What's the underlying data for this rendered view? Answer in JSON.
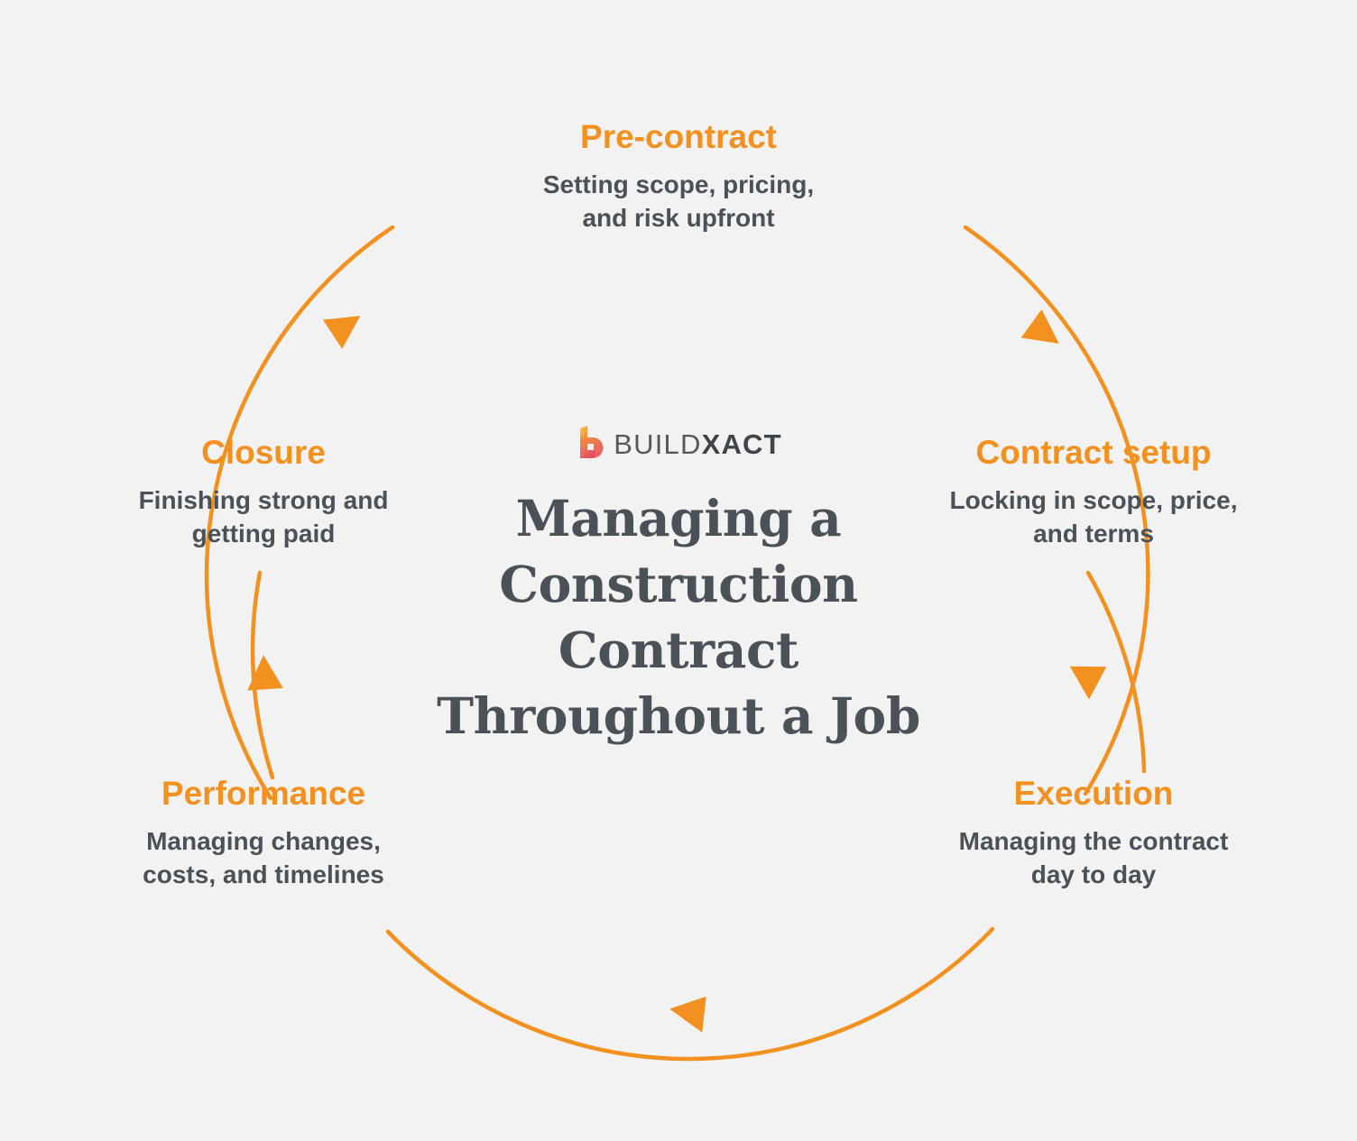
{
  "background_color": "#f2f2f2",
  "accent_color": "#f2911f",
  "text_color": "#4a5158",
  "brand": {
    "logo_icon": "buildxact-b-mark-icon",
    "name_light": "BUILD",
    "name_bold": "XACT"
  },
  "center": {
    "title_line1": "Managing a",
    "title_line2": "Construction Contract",
    "title_line3": "Throughout a Job"
  },
  "cycle": {
    "direction": "clockwise",
    "stages": [
      {
        "id": "pre-contract",
        "title": "Pre-contract",
        "desc_line1": "Setting scope, pricing,",
        "desc_line2": "and risk upfront",
        "position": "top"
      },
      {
        "id": "contract-setup",
        "title": "Contract setup",
        "desc_line1": "Locking in scope, price,",
        "desc_line2": "and terms",
        "position": "right-upper"
      },
      {
        "id": "execution",
        "title": "Execution",
        "desc_line1": "Managing the contract",
        "desc_line2": "day to day",
        "position": "right-lower"
      },
      {
        "id": "performance",
        "title": "Performance",
        "desc_line1": "Managing changes,",
        "desc_line2": "costs, and timelines",
        "position": "left-lower"
      },
      {
        "id": "closure",
        "title": "Closure",
        "desc_line1": "Finishing strong and",
        "desc_line2": "getting paid",
        "position": "left-upper"
      }
    ],
    "arrows": [
      {
        "id": "arrow-pre-to-setup",
        "at": "top-right",
        "points": "down-right"
      },
      {
        "id": "arrow-setup-to-execution",
        "at": "right",
        "points": "down"
      },
      {
        "id": "arrow-execution-to-performance",
        "at": "bottom",
        "points": "left"
      },
      {
        "id": "arrow-performance-to-closure",
        "at": "left",
        "points": "up"
      },
      {
        "id": "arrow-closure-to-pre",
        "at": "top-left",
        "points": "up-right"
      }
    ]
  }
}
